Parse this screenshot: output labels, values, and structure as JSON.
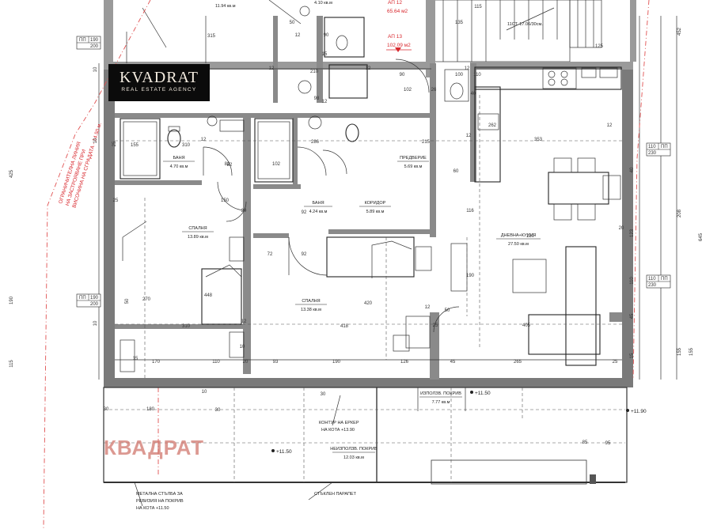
{
  "logo": {
    "brand": "KVADRAT",
    "subtitle": "REAL ESTATE AGENCY"
  },
  "watermark": "КВАДРАТ",
  "apartment_tags": [
    {
      "label": "АП 12",
      "area": "65.64 м2"
    },
    {
      "label": "АП 13",
      "area": "102.09 м2"
    }
  ],
  "rooms": [
    {
      "id": "bath-1",
      "name": "БАНЯ",
      "area": "4.70 кв.м"
    },
    {
      "id": "bedroom-1",
      "name": "СПАЛНЯ",
      "area": "13.89 кв.м"
    },
    {
      "id": "hall",
      "name": "ПРЕДВЕРИЕ",
      "area": "5.69 кв.м"
    },
    {
      "id": "bath-2",
      "name": "БАНЯ",
      "area": "4.24 кв.м"
    },
    {
      "id": "corridor",
      "name": "КОРИДОР",
      "area": "5.89 кв.м"
    },
    {
      "id": "living",
      "name": "ДНЕВНА+КУХНЯ",
      "area": "27.50 кв.м"
    },
    {
      "id": "bedroom-2",
      "name": "СПАЛНЯ",
      "area": "13.38 кв.м"
    },
    {
      "id": "terrace-1",
      "name": "ИЗПОЛЗВ. ПОКРИВ",
      "area": "7.77 кв.м"
    },
    {
      "id": "terrace-2",
      "name": "НЕИЗПОЛЗВ. ПОКРИВ",
      "area": "12.03 кв.м"
    }
  ],
  "top_room_areas": [
    "11.94 кв.м",
    "4.10 кв.м"
  ],
  "annotations": {
    "restriction_line": [
      "ОГРАНИЧИТЕЛНА ЛИНИЯ",
      "НА ЗАСТРОЯВАНЕ ПРИ",
      "ВИСОЧИНА НА СГРАДАТА - 14.50 м."
    ],
    "bay_outline": [
      "КОНТУР НА ЕРКЕР",
      "НА КОТА +13.90"
    ],
    "steel_pole": [
      "МЕТАЛНА СТЪЛБА ЗА",
      "РЕВИЗИЯ НА ПОКРИВ",
      "НА КОТА +11.50"
    ],
    "glass_parapet": "СТЪКЛЕН ПАРАПЕТ",
    "stair_note": "11СТ. 17.06/30см.",
    "elev_1": "+11.50",
    "elev_2": "+11.50",
    "elev_3": "+11.90"
  },
  "column_tags": [
    {
      "top": "ПП",
      "top_val": "190",
      "bottom_val": "200"
    },
    {
      "top": "ПП",
      "top_val": "190",
      "bottom_val": "200"
    },
    {
      "top": "110",
      "top_val": "ПП",
      "bottom_val": "230"
    },
    {
      "top": "110",
      "top_val": "ПП",
      "bottom_val": "230"
    }
  ],
  "dimensions": {
    "top_row": [
      "12",
      "210",
      "12",
      "102",
      "26",
      "12",
      "353",
      "12",
      "125"
    ],
    "mid_row": [
      "310",
      "12",
      "82",
      "102",
      "286",
      "215",
      "12",
      "20"
    ],
    "lower_row": [
      "310",
      "12",
      "418",
      "12",
      "405",
      "25"
    ],
    "bottom_row": [
      "170",
      "110",
      "20",
      "93",
      "190",
      "126",
      "45",
      "265",
      "25"
    ],
    "terrace_row": [
      "30",
      "180",
      "85",
      "95"
    ],
    "left_side": [
      "10",
      "25",
      "10",
      "50",
      "10",
      "425",
      "190",
      "115"
    ],
    "right_side": [
      "452",
      "208",
      "645",
      "155",
      "155",
      "15",
      "45",
      "110",
      "123",
      "40"
    ],
    "misc": [
      "155",
      "82",
      "92",
      "72",
      "92",
      "50",
      "420",
      "130",
      "190",
      "116",
      "448",
      "40",
      "60",
      "25",
      "150",
      "270",
      "100",
      "262",
      "12",
      "50",
      "20",
      "15",
      "10",
      "30",
      "315",
      "135",
      "115",
      "110",
      "90",
      "30",
      "10",
      "15",
      "12",
      "98",
      "90"
    ]
  }
}
